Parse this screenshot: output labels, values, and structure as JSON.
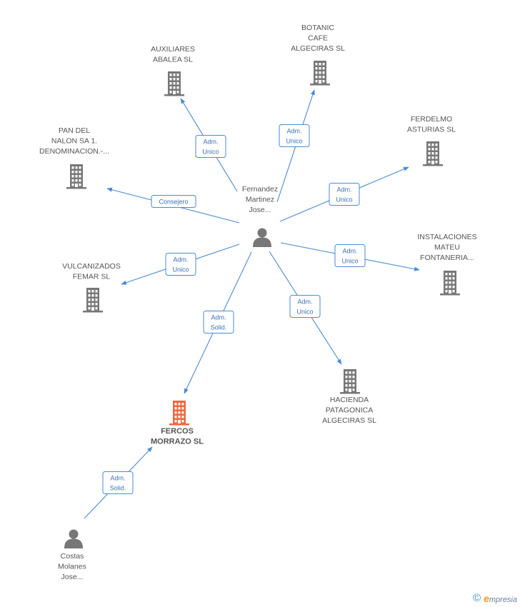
{
  "nodes": [
    {
      "id": "fernandez",
      "type": "person",
      "lines": [
        "Fernandez",
        "Martinez",
        "Jose..."
      ],
      "color": "#777777"
    },
    {
      "id": "costas",
      "type": "person",
      "lines": [
        "Costas",
        "Molanes",
        "Jose..."
      ],
      "color": "#777777"
    },
    {
      "id": "fercos",
      "type": "company",
      "lines": [
        "FERCOS",
        "MORRAZO SL"
      ],
      "color": "#f0663a",
      "highlight": true
    },
    {
      "id": "auxiliares",
      "type": "company",
      "lines": [
        "AUXILIARES",
        "ABALEA SL"
      ],
      "color": "#777777"
    },
    {
      "id": "botanic",
      "type": "company",
      "lines": [
        "BOTANIC",
        "CAFE",
        "ALGECIRAS SL"
      ],
      "color": "#777777"
    },
    {
      "id": "ferdelmo",
      "type": "company",
      "lines": [
        "FERDELMO",
        "ASTURIAS SL"
      ],
      "color": "#777777"
    },
    {
      "id": "pandel",
      "type": "company",
      "lines": [
        "PAN DEL",
        "NALON SA 1.",
        "DENOMINACION.-..."
      ],
      "color": "#777777"
    },
    {
      "id": "instalaciones",
      "type": "company",
      "lines": [
        "INSTALACIONES",
        "MATEU",
        "FONTANERIA..."
      ],
      "color": "#777777"
    },
    {
      "id": "vulcanizados",
      "type": "company",
      "lines": [
        "VULCANIZADOS",
        "FEMAR SL"
      ],
      "color": "#777777"
    },
    {
      "id": "hacienda",
      "type": "company",
      "lines": [
        "HACIENDA",
        "PATAGONICA",
        "ALGECIRAS SL"
      ],
      "color": "#777777"
    }
  ],
  "edges": [
    {
      "id": "e-auxiliares",
      "from": "fernandez",
      "to": "auxiliares",
      "label": [
        "Adm.",
        "Unico"
      ]
    },
    {
      "id": "e-botanic",
      "from": "fernandez",
      "to": "botanic",
      "label": [
        "Adm.",
        "Unico"
      ]
    },
    {
      "id": "e-ferdelmo",
      "from": "fernandez",
      "to": "ferdelmo",
      "label": [
        "Adm.",
        "Unico"
      ]
    },
    {
      "id": "e-pandel",
      "from": "fernandez",
      "to": "pandel",
      "label": [
        "Consejero"
      ]
    },
    {
      "id": "e-instalaciones",
      "from": "fernandez",
      "to": "instalaciones",
      "label": [
        "Adm.",
        "Unico"
      ]
    },
    {
      "id": "e-vulcanizados",
      "from": "fernandez",
      "to": "vulcanizados",
      "label": [
        "Adm.",
        "Unico"
      ]
    },
    {
      "id": "e-hacienda",
      "from": "fernandez",
      "to": "hacienda",
      "label": [
        "Adm.",
        "Unico"
      ]
    },
    {
      "id": "e-fercos-1",
      "from": "fernandez",
      "to": "fercos",
      "label": [
        "Adm.",
        "Solid."
      ]
    },
    {
      "id": "e-fercos-2",
      "from": "costas",
      "to": "fercos",
      "label": [
        "Adm.",
        "Solid."
      ]
    }
  ],
  "footer": {
    "copyright": "©",
    "brand_initial": "e",
    "brand_rest": "mpresia"
  },
  "colors": {
    "edge": "#4a8ad4",
    "icon": "#777777",
    "highlight": "#f0663a"
  }
}
